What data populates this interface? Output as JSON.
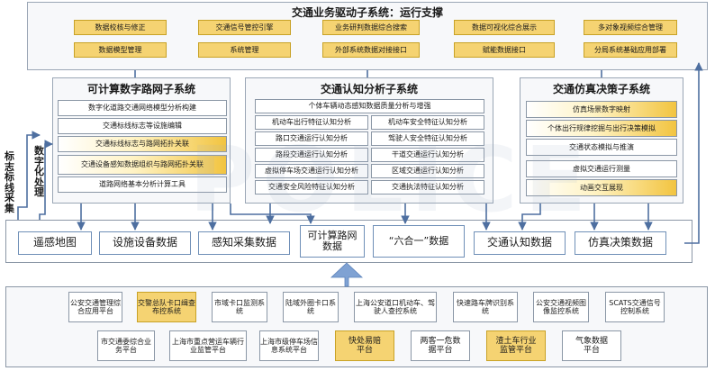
{
  "top": {
    "title": "交通业务驱动子系统：运行支撑",
    "row1": [
      "数据校核与修正",
      "交通信号管控引擎",
      "业务研判数据综合搜索",
      "数据可视化综合展示",
      "多对象视频综合管理"
    ],
    "row2": [
      "数据模型管理",
      "系统管理",
      "外部系统数据对接接口",
      "赋能数据接口",
      "分局系统基础应用部署"
    ]
  },
  "panels": {
    "left": {
      "title": "可计算数字路网子系统",
      "items": [
        "数字化道路交通网络模型分析构建",
        "交通标线标志等设施编辑",
        "交通标线标志与路网拓扑关联",
        "交通设备感知数据组织与路网拓扑关联",
        "道路网络基本分析计算工具"
      ]
    },
    "mid": {
      "title": "交通认知分析子系统",
      "head": "个体车辆动态感知数据质量分析与增强",
      "col1": [
        "机动车出行特征认知分析",
        "路口交通运行认知分析",
        "路段交通运行认知分析",
        "虚拟停车场交通运行认知分析",
        "交通安全风险特征认知分析"
      ],
      "col2": [
        "机动车安全特征认知分析",
        "驾驶人安全特征认知分析",
        "干道交通运行认知分析",
        "区域交通运行认知分析",
        "交通执法特征认知分析"
      ]
    },
    "right": {
      "title": "交通仿真决策子系统",
      "items": [
        "仿真场景数字映射",
        "个体出行规律挖掘与出行决策模拟",
        "交通状态模拟与推演",
        "虚拟交通运行测量",
        "动画交互展现"
      ]
    }
  },
  "side_label": {
    "outer": "标志标线采集",
    "inner": "数字化处理"
  },
  "data_layer": [
    "遥感地图",
    "设施设备数据",
    "感知采集数据",
    "可计算路网数据",
    "“六合一”数据",
    "交通认知数据",
    "仿真决策数据"
  ],
  "sources": {
    "row1": [
      "公安交通管理综合应用平台",
      "交警总队卡口缉查布控系统",
      "市域卡口监测系统",
      "陆域外圈卡口系统",
      "上海公安道口机动车、驾驶人查控系统",
      "快速路车牌识别系统",
      "公安交通视频图像监控系统",
      "SCATS交通信号控制系统"
    ],
    "row2": [
      "市交通委综合业务平台",
      "上海市重点营运车辆行业监管平台",
      "上海市级停车场信息系统平台",
      "快处易赔平台",
      "两客一危数据平台",
      "渣土车行业监管平台",
      "气象数据平台"
    ]
  },
  "watermark": "POLICE",
  "colors": {
    "highlight": "#f5d372",
    "connector": "#4e6fa0",
    "upload_arrow": "#7fa2d3"
  }
}
